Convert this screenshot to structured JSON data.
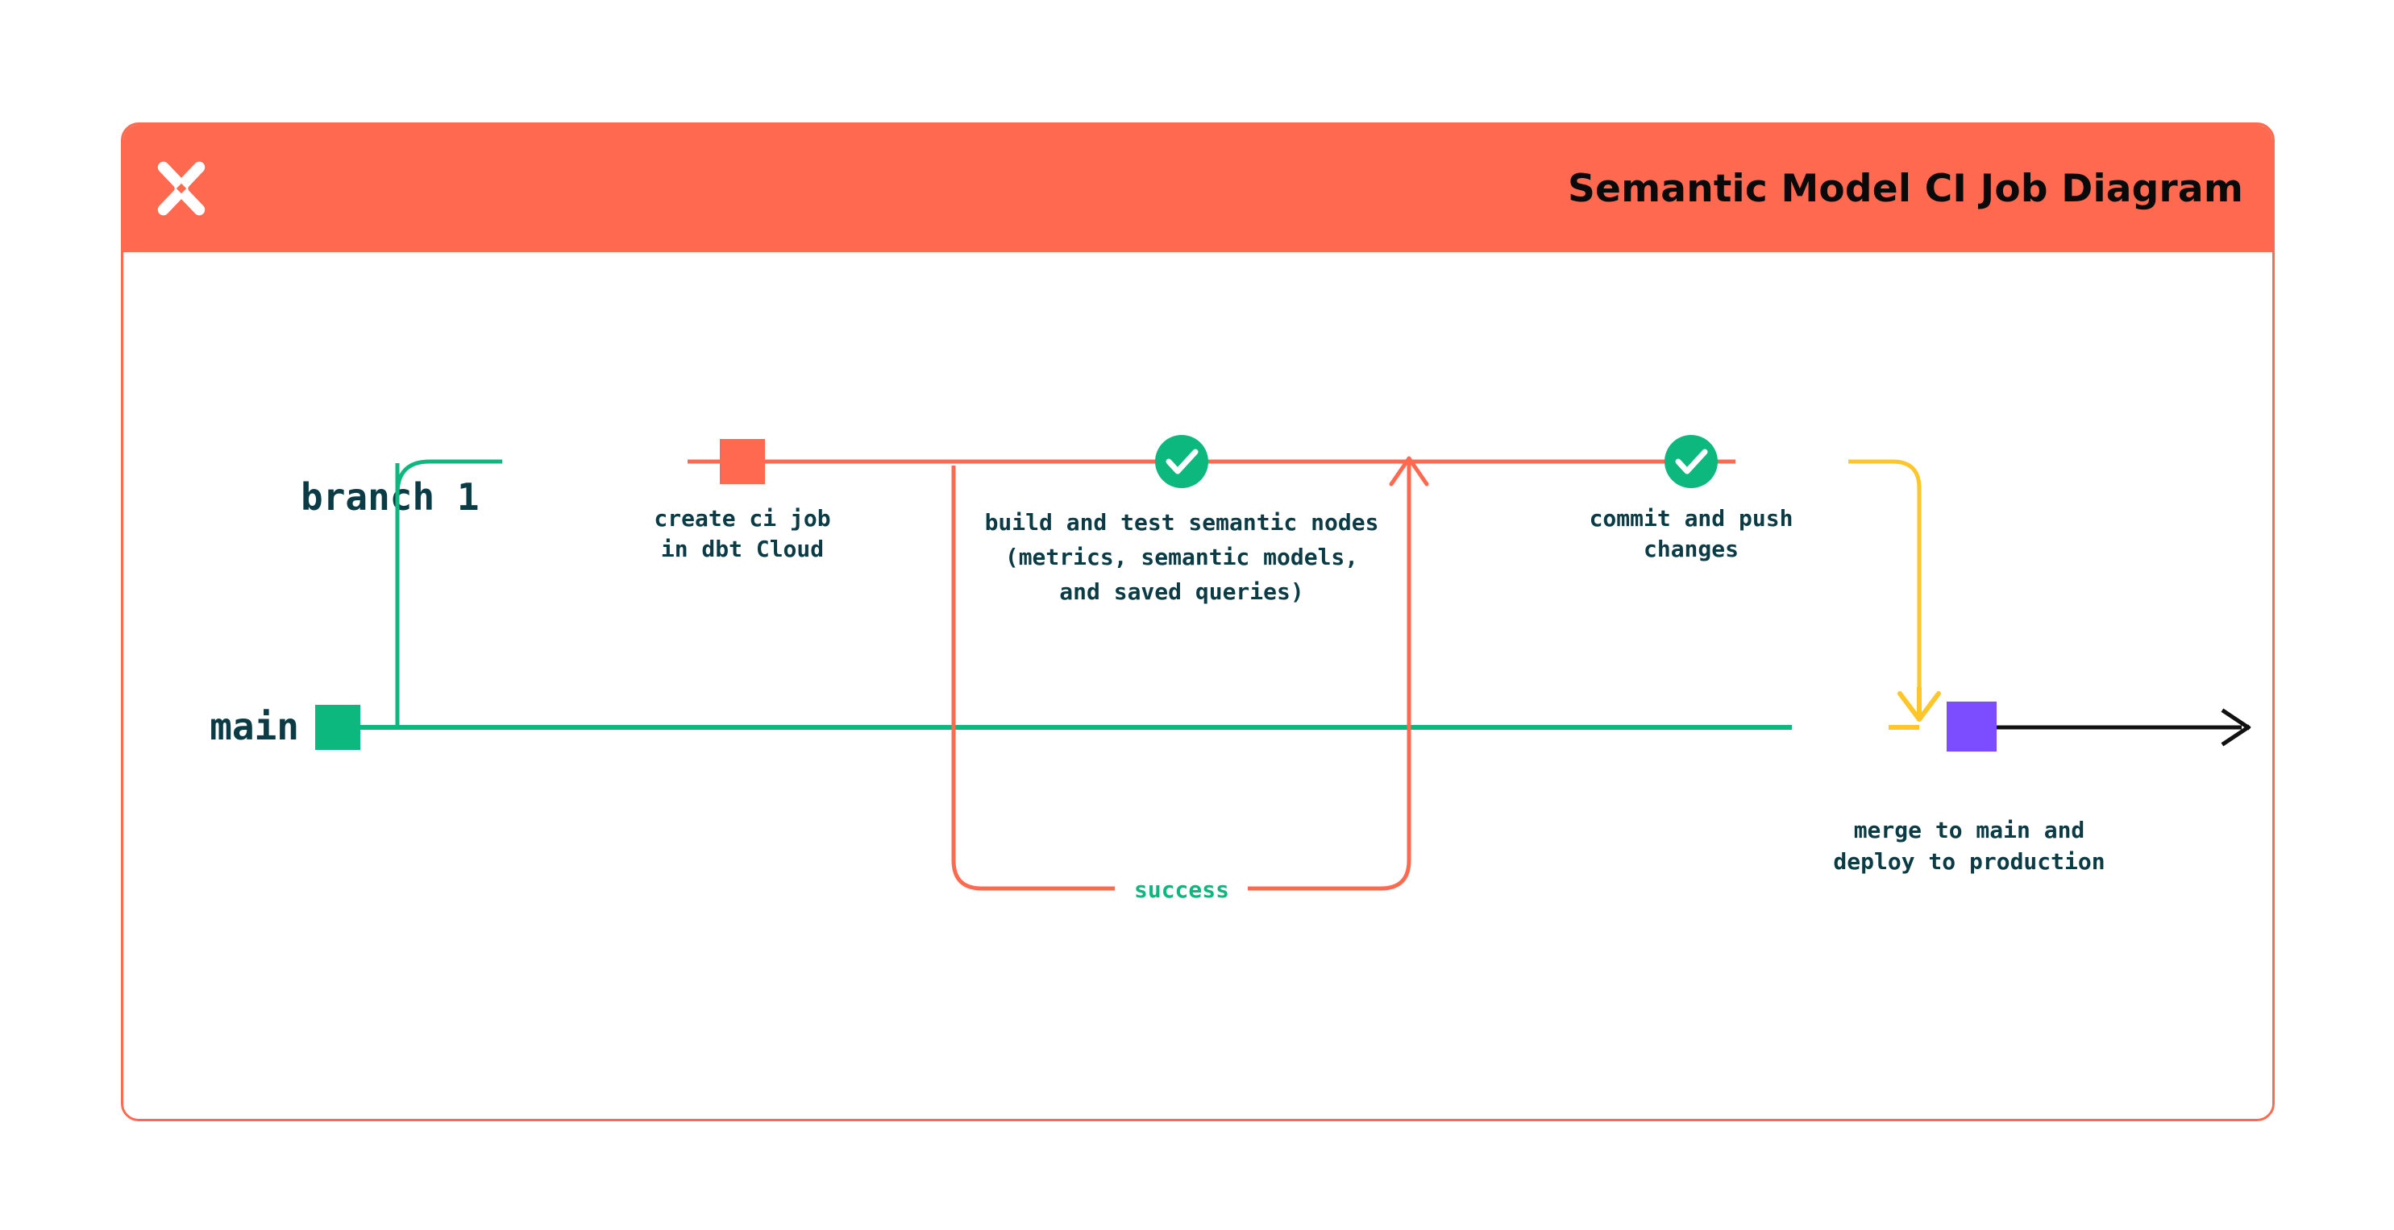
{
  "header": {
    "title": "Semantic Model CI Job Diagram",
    "logo_icon": "dbt-logo-icon",
    "background_color": "#FF6950",
    "title_color": "#0A0A0A"
  },
  "card": {
    "border_color": "#FF6950",
    "background_color": "#FFFFFF"
  },
  "colors": {
    "orange": "#FF6950",
    "green": "#0DB87E",
    "teal_text": "#0B3B44",
    "yellow": "#FFC629",
    "purple": "#7C4DFF",
    "black": "#111111"
  },
  "diagram": {
    "type": "git-branch-flow",
    "lanes": [
      {
        "id": "branch-1",
        "label": "branch 1",
        "color": "#FF6950"
      },
      {
        "id": "main",
        "label": "main",
        "color": "#0DB87E"
      }
    ],
    "nodes": [
      {
        "id": "create-ci-job",
        "lane": "branch-1",
        "shape": "square",
        "color": "#FF6950",
        "label_lines": [
          "create ci job",
          "in dbt Cloud"
        ]
      },
      {
        "id": "build-and-test",
        "lane": "branch-1",
        "shape": "check-circle",
        "color": "#0DB87E",
        "icon": "check-icon",
        "label_lines": [
          "build and test semantic nodes",
          "(metrics, semantic models,",
          "and saved queries)"
        ]
      },
      {
        "id": "commit-and-push",
        "lane": "branch-1",
        "shape": "check-circle",
        "color": "#0DB87E",
        "icon": "check-icon",
        "label_lines": [
          "commit and push",
          "changes"
        ]
      },
      {
        "id": "merge-to-main",
        "lane": "main",
        "shape": "square",
        "color": "#7C4DFF",
        "label_lines": [
          "merge to main and",
          "deploy to production"
        ]
      },
      {
        "id": "main-start",
        "lane": "main",
        "shape": "square",
        "color": "#0DB87E",
        "label_lines": []
      }
    ],
    "edges": [
      {
        "id": "success-loop",
        "label": "success",
        "label_color": "#0DB87E",
        "line_color": "#FF6950",
        "from": "build-and-test",
        "to": "build-and-test"
      },
      {
        "id": "merge-edge",
        "label": "",
        "line_color": "#FFC629",
        "from": "commit-and-push",
        "to": "merge-to-main"
      },
      {
        "id": "branch-out",
        "label": "",
        "line_color": "#0DB87E",
        "from": "main-start",
        "to": "create-ci-job"
      },
      {
        "id": "main-continue",
        "label": "",
        "line_color": "#111111",
        "from": "merge-to-main",
        "to": ""
      }
    ]
  }
}
